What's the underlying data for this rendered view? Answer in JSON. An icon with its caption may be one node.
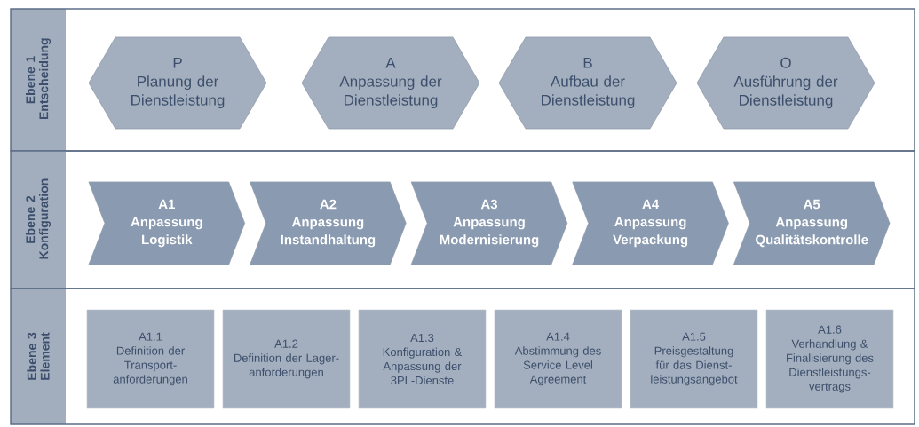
{
  "diagram": {
    "nodes": [
      {
        "text": [
          "Ebene 1 Entscheidung"
        ]
      },
      {
        "text": [
          "P",
          "Planung der Dienstleistung"
        ],
        "in": 0
      },
      {
        "text": [
          "A",
          "Anpassung der Dienstleistung"
        ],
        "in": 0
      },
      {
        "text": [
          "B",
          "Aufbau der Dienstleistung"
        ],
        "in": 0
      },
      {
        "text": [
          "O",
          "Ausführung der Dienstleistung"
        ],
        "in": 0
      },
      {
        "text": [
          "Ebene 2 Konfiguration"
        ]
      },
      {
        "text": [
          "A1",
          "Anpassung Logistik"
        ],
        "in": 5
      },
      {
        "text": [
          "A2",
          "Anpassung Instandhaltung"
        ],
        "in": 5
      },
      {
        "text": [
          "A3",
          "Anpassung Modernisierung"
        ],
        "in": 5
      },
      {
        "text": [
          "A4",
          "Anpassung Verpackung"
        ],
        "in": 5
      },
      {
        "text": [
          "A5",
          "Anpassung Qualitätskontrolle"
        ],
        "in": 5
      },
      {
        "text": [
          "Ebene 3 Element"
        ]
      },
      {
        "text": [
          "A1.1",
          "Definition der Transport- anforderungen"
        ],
        "in": 11
      },
      {
        "text": [
          "A1.2",
          "Definition der Lager- anforderungen"
        ],
        "in": 11
      },
      {
        "text": [
          "A1.3",
          "Konfiguration & Anpassung der 3PL-Dienste"
        ],
        "in": 11
      },
      {
        "text": [
          "A1.4",
          "Abstimmung des Service Level Agreement"
        ],
        "in": 11
      },
      {
        "text": [
          "A1.5",
          "Preisgestaltung für das Dienst- leistungsangebot"
        ],
        "in": 11
      },
      {
        "text": [
          "A1.6",
          "Verhandlung & Finalisierung des Dienstleistungs- vertrags"
        ],
        "in": 11
      }
    ],
    "edges": []
  }
}
